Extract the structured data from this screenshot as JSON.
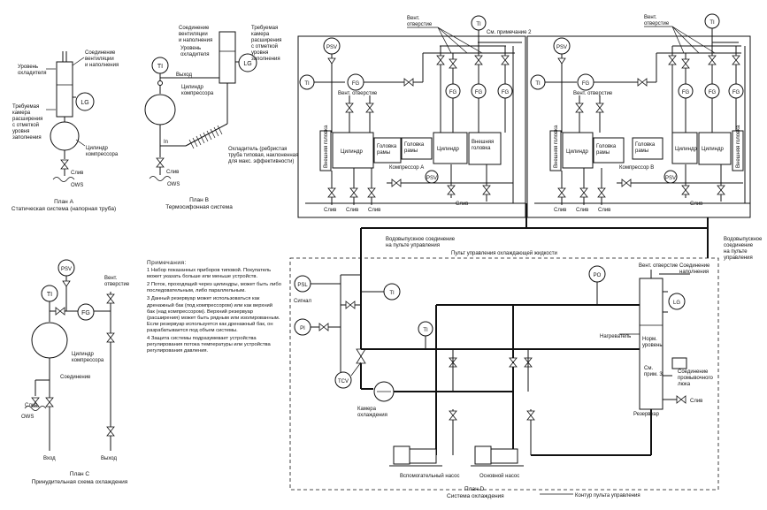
{
  "plan_a": {
    "label_vent": "Соединение вентиляции и наполнения",
    "label_level": "Уровень охладителя",
    "label_chamber": "Требуемая камера расширения с отметкой уровня заполнения",
    "label_cylinder": "Цилиндр компрессора",
    "inst_lg": "LG",
    "label_drain": "Слив",
    "label_ows": "OWS",
    "title": "План А",
    "subtitle": "Статическая система (напорная труба)"
  },
  "plan_b": {
    "label_vent": "Соединение вентиляции и наполнения",
    "label_level": "Уровень охладителя",
    "label_chamber": "Требуемая камера расширения с отметкой уровня заполнения",
    "inst_ti": "TI",
    "inst_lg": "LG",
    "label_out": "Выход",
    "label_in": "In",
    "label_cylinder": "Цилиндр компрессора",
    "label_cooler": "Охладитель (ребристая труба типовая, наклоненная для макс. эффективности)",
    "label_drain": "Слив",
    "label_ows": "OWS",
    "title": "План B",
    "subtitle": "Термосифонная система"
  },
  "plan_c": {
    "inst_psv": "PSV",
    "inst_ti": "TI",
    "inst_fg": "FG",
    "label_vent": "Вент. отверстие",
    "label_cylinder": "Цилиндр компрессора",
    "label_connection": "Соединение",
    "label_drain": "Слив",
    "label_ows": "OWS",
    "label_in": "Вход",
    "label_out": "Выход",
    "title": "План C",
    "subtitle": "Принудительная схема охлаждения"
  },
  "notes": {
    "heading": "Примечания:",
    "items": [
      "1 Набор показанных приборов типовой. Покупатель может указать больше или меньше устройств.",
      "2 Поток, проходящий через цилиндры, может быть либо последовательным, либо параллельным.",
      "3 Данный резервуар может использоваться как дренажный бак (под компрессором) или как верхний бак (над компрессором). Верхний резервуар (расширения) может быть рядным или изолированным. Если резервуар используется как дренажный бак, он разрабатывается под объем системы.",
      "4 Защита системы подразумевает устройства регулирования потока температуры или устройства регулирования давления."
    ]
  },
  "compressors": {
    "label_vent": "Вент. отверстие",
    "label_vent_short": "Вент.",
    "label_hole": "отверстие",
    "label_see2": "См. примечание 2",
    "inst_psv": "PSV",
    "inst_ti": "TI",
    "inst_fg": "FG",
    "inst_lg": "LG",
    "inst_po": "PO",
    "inst_psl": "PSL",
    "inst_pi": "PI",
    "inst_tcv": "TCV",
    "label_cyl": "Цилиндр",
    "label_frame": "Головка рамы",
    "label_outer": "Внешняя головка",
    "label_comp_a": "Компрессор А",
    "label_comp_b": "Компрессор В",
    "label_drain": "Слив"
  },
  "cooling": {
    "label_outlet_left": "Водовыпускное соединение на пульте управления",
    "label_outlet_right": "Водовыпускное соединение на пульте управления",
    "label_panel": "Пульт управления охлаждающей жидкости",
    "label_vent": "Вент. отверстие",
    "label_fill": "Соединение наполнения",
    "label_signal": "Сигнал",
    "label_heater": "Нагреватель",
    "label_norm": "Норм. уровень",
    "label_see3": "См. прим. 3",
    "label_flush": "Соединение промывочного люка",
    "label_drain": "Слив",
    "label_chamber": "Камера охлаждения",
    "label_reservoir": "Резервуар",
    "label_aux_pump": "Вспомогательный насос",
    "label_main_pump": "Основной насос",
    "label_panel_contour": "Контур пульта управления",
    "title": "План D",
    "subtitle": "Система охлаждения"
  }
}
